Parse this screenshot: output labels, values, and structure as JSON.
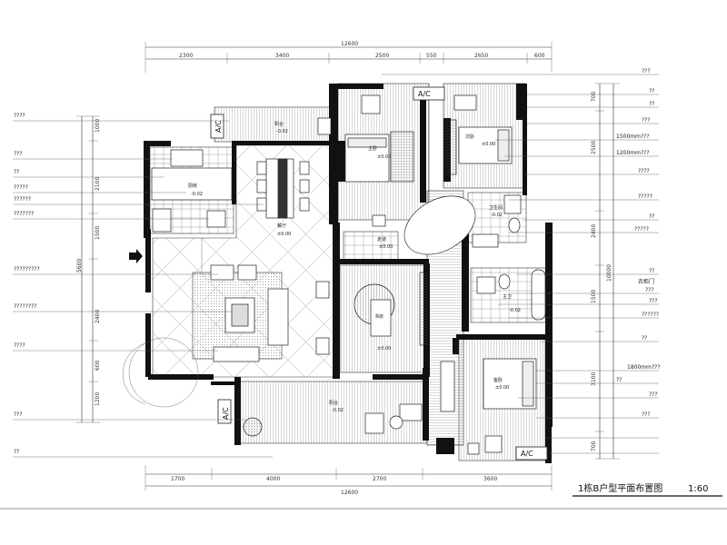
{
  "title": "1栋B户型平面布置图",
  "scale": "1:60",
  "dims_top_total": "12600",
  "dims_top": [
    "2300",
    "3400",
    "2500",
    "550",
    "2650",
    "600"
  ],
  "dims_bottom_total": "12600",
  "dims_bottom": [
    "1700",
    "4000",
    "2700",
    "3600"
  ],
  "dims_left": [
    "1000",
    "2100",
    "5600",
    "1500",
    "2400",
    "600",
    "1200"
  ],
  "dims_right": [
    "700",
    "2500",
    "2400",
    "1500",
    "3100",
    "700",
    "10000"
  ],
  "ac_label": "A/C",
  "left_labels": [
    "????",
    "???",
    "??",
    "?????",
    "??????",
    "???????",
    "?????????",
    "????????",
    "????",
    "???",
    "??"
  ],
  "right_labels": [
    "???",
    "??",
    "??",
    "???",
    "1500mm???",
    "1200mm???",
    "????",
    "?????",
    "??",
    "?????",
    "??",
    "???",
    "???",
    "??????",
    "??",
    "1800mm???",
    "??",
    "???",
    "???"
  ],
  "right_label_extra": "衣柜门",
  "rooms": [
    {
      "name": "阳台",
      "level": "-0.02"
    },
    {
      "name": "厨房",
      "level": "-0.02"
    },
    {
      "name": "餐厅",
      "level": "±0.00"
    },
    {
      "name": "主卧",
      "level": "±0.00"
    },
    {
      "name": "次卧",
      "level": "±0.00"
    },
    {
      "name": "卫生间",
      "level": "-0.02"
    },
    {
      "name": "书房",
      "level": "±0.00"
    },
    {
      "name": "主卫",
      "level": "-0.02"
    },
    {
      "name": "客卧",
      "level": "±0.00"
    },
    {
      "name": "阳台",
      "level": "-0.02"
    },
    {
      "name": "走道",
      "level": "±0.00"
    }
  ]
}
